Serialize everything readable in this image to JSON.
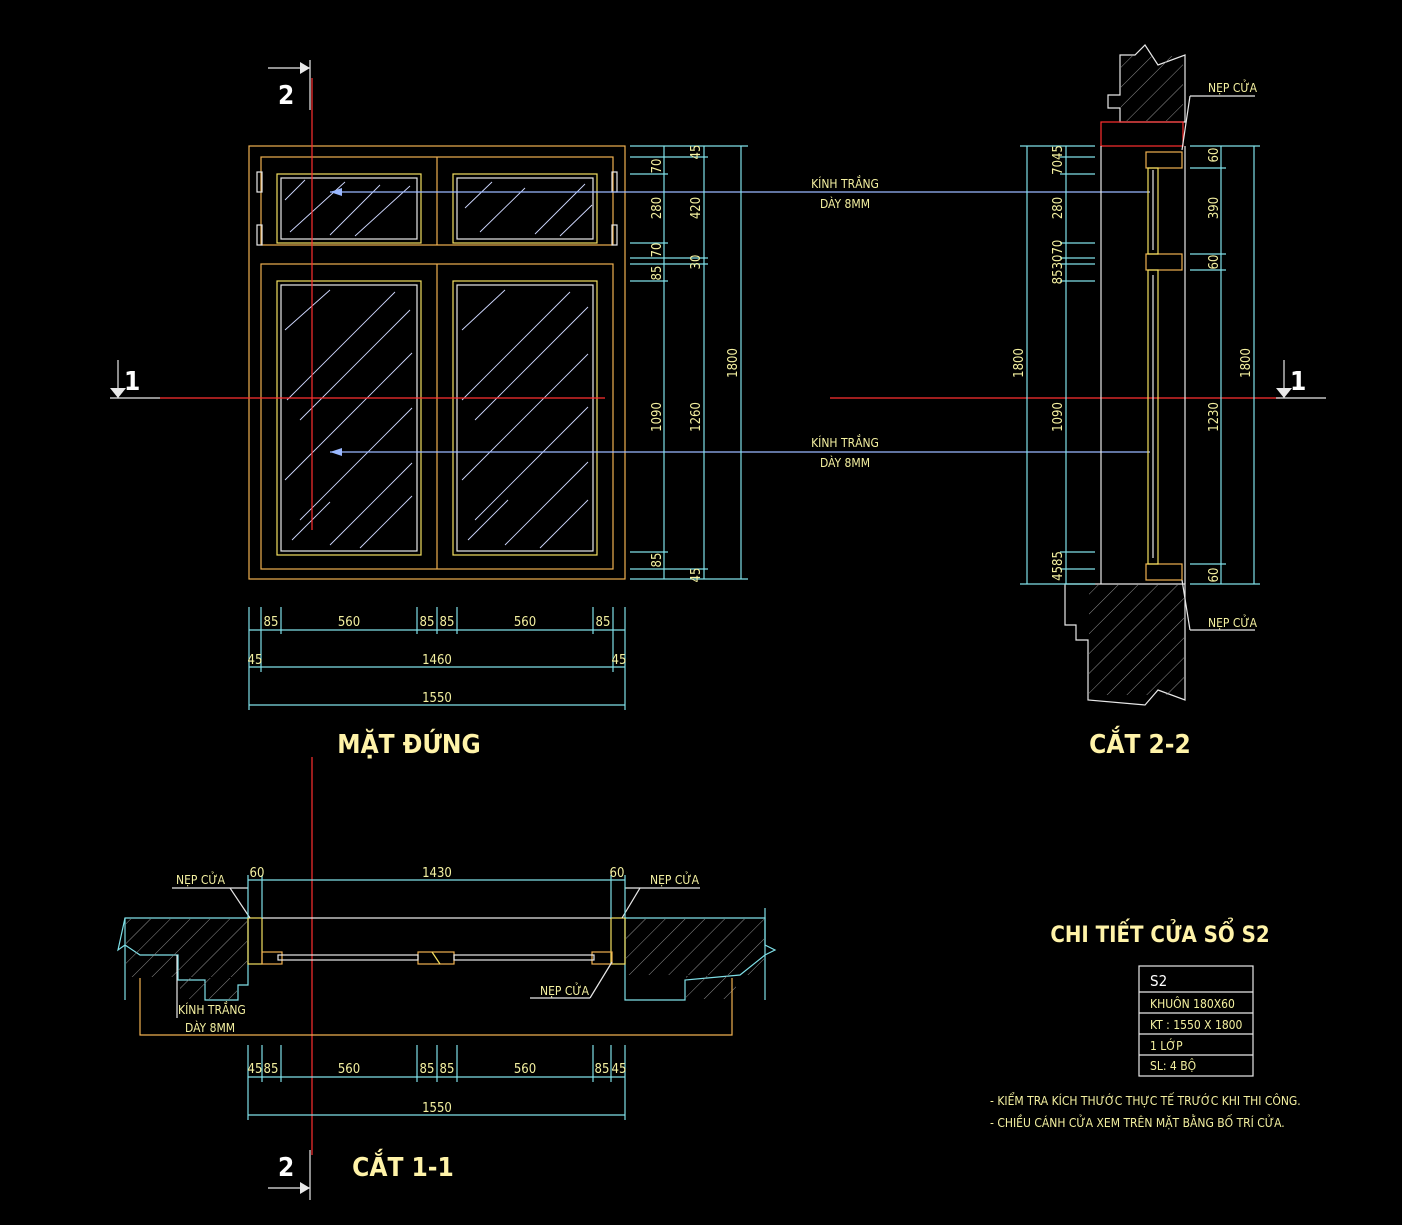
{
  "elevation": {
    "title": "MẶT ĐỨNG",
    "glass_label": [
      "KÍNH TRẮNG",
      "DÀY 8MM"
    ],
    "right_dims_inner": [
      "70",
      "280",
      "70",
      "85",
      "1090",
      "85"
    ],
    "right_dims_mid": [
      "45",
      "420",
      "30",
      "1260",
      "45"
    ],
    "right_dim_total": "1800",
    "bottom_row1": [
      "85",
      "560",
      "85",
      "85",
      "560",
      "85"
    ],
    "bottom_row2": [
      "45",
      "1460",
      "45"
    ],
    "bottom_total": "1550"
  },
  "section22": {
    "title": "CẮT 2-2",
    "nep_top": "NẸP CỬA",
    "nep_bottom": "NẸP CỬA",
    "left_dims": [
      "7045",
      "280",
      "853070",
      "1090",
      "4585"
    ],
    "left_total": "1800",
    "right_dims": [
      "60",
      "390",
      "60",
      "1230",
      "60"
    ],
    "right_total": "1800"
  },
  "section11": {
    "title": "CẮT 1-1",
    "nep_left": "NẸP CỬA",
    "nep_right": "NẸP CỬA",
    "nep_mid": "NẸP CỬA",
    "glass_label": [
      "KÍNH TRẮNG",
      "DÀY 8MM"
    ],
    "top_dims": [
      "60",
      "1430",
      "60"
    ],
    "bottom_row1": [
      "45",
      "85",
      "560",
      "85",
      "85",
      "560",
      "85",
      "45"
    ],
    "bottom_total": "1550"
  },
  "markers": {
    "cut1_left": "1",
    "cut1_right": "1",
    "cut2_top": "2",
    "cut2_bottom": "2"
  },
  "detail": {
    "title": "CHI TIẾT CỬA SỔ S2",
    "table": [
      "S2",
      "KHUÔN 180X60",
      "KT : 1550 X 1800",
      "1 LỚP",
      "SL: 4 BỘ"
    ],
    "notes": [
      "- KIỂM TRA KÍCH THƯỚC THỰC TẾ TRƯỚC KHI THI CÔNG.",
      "- CHIỀU CÁNH CỬA XEM TRÊN MẶT BẰNG BỐ TRÍ CỬA."
    ]
  },
  "colors": {
    "background": "#000000",
    "dimension": "#7fe0e8",
    "frame": "#f0b050",
    "cut_line": "#ff3030",
    "text": "#f4f0a0"
  }
}
